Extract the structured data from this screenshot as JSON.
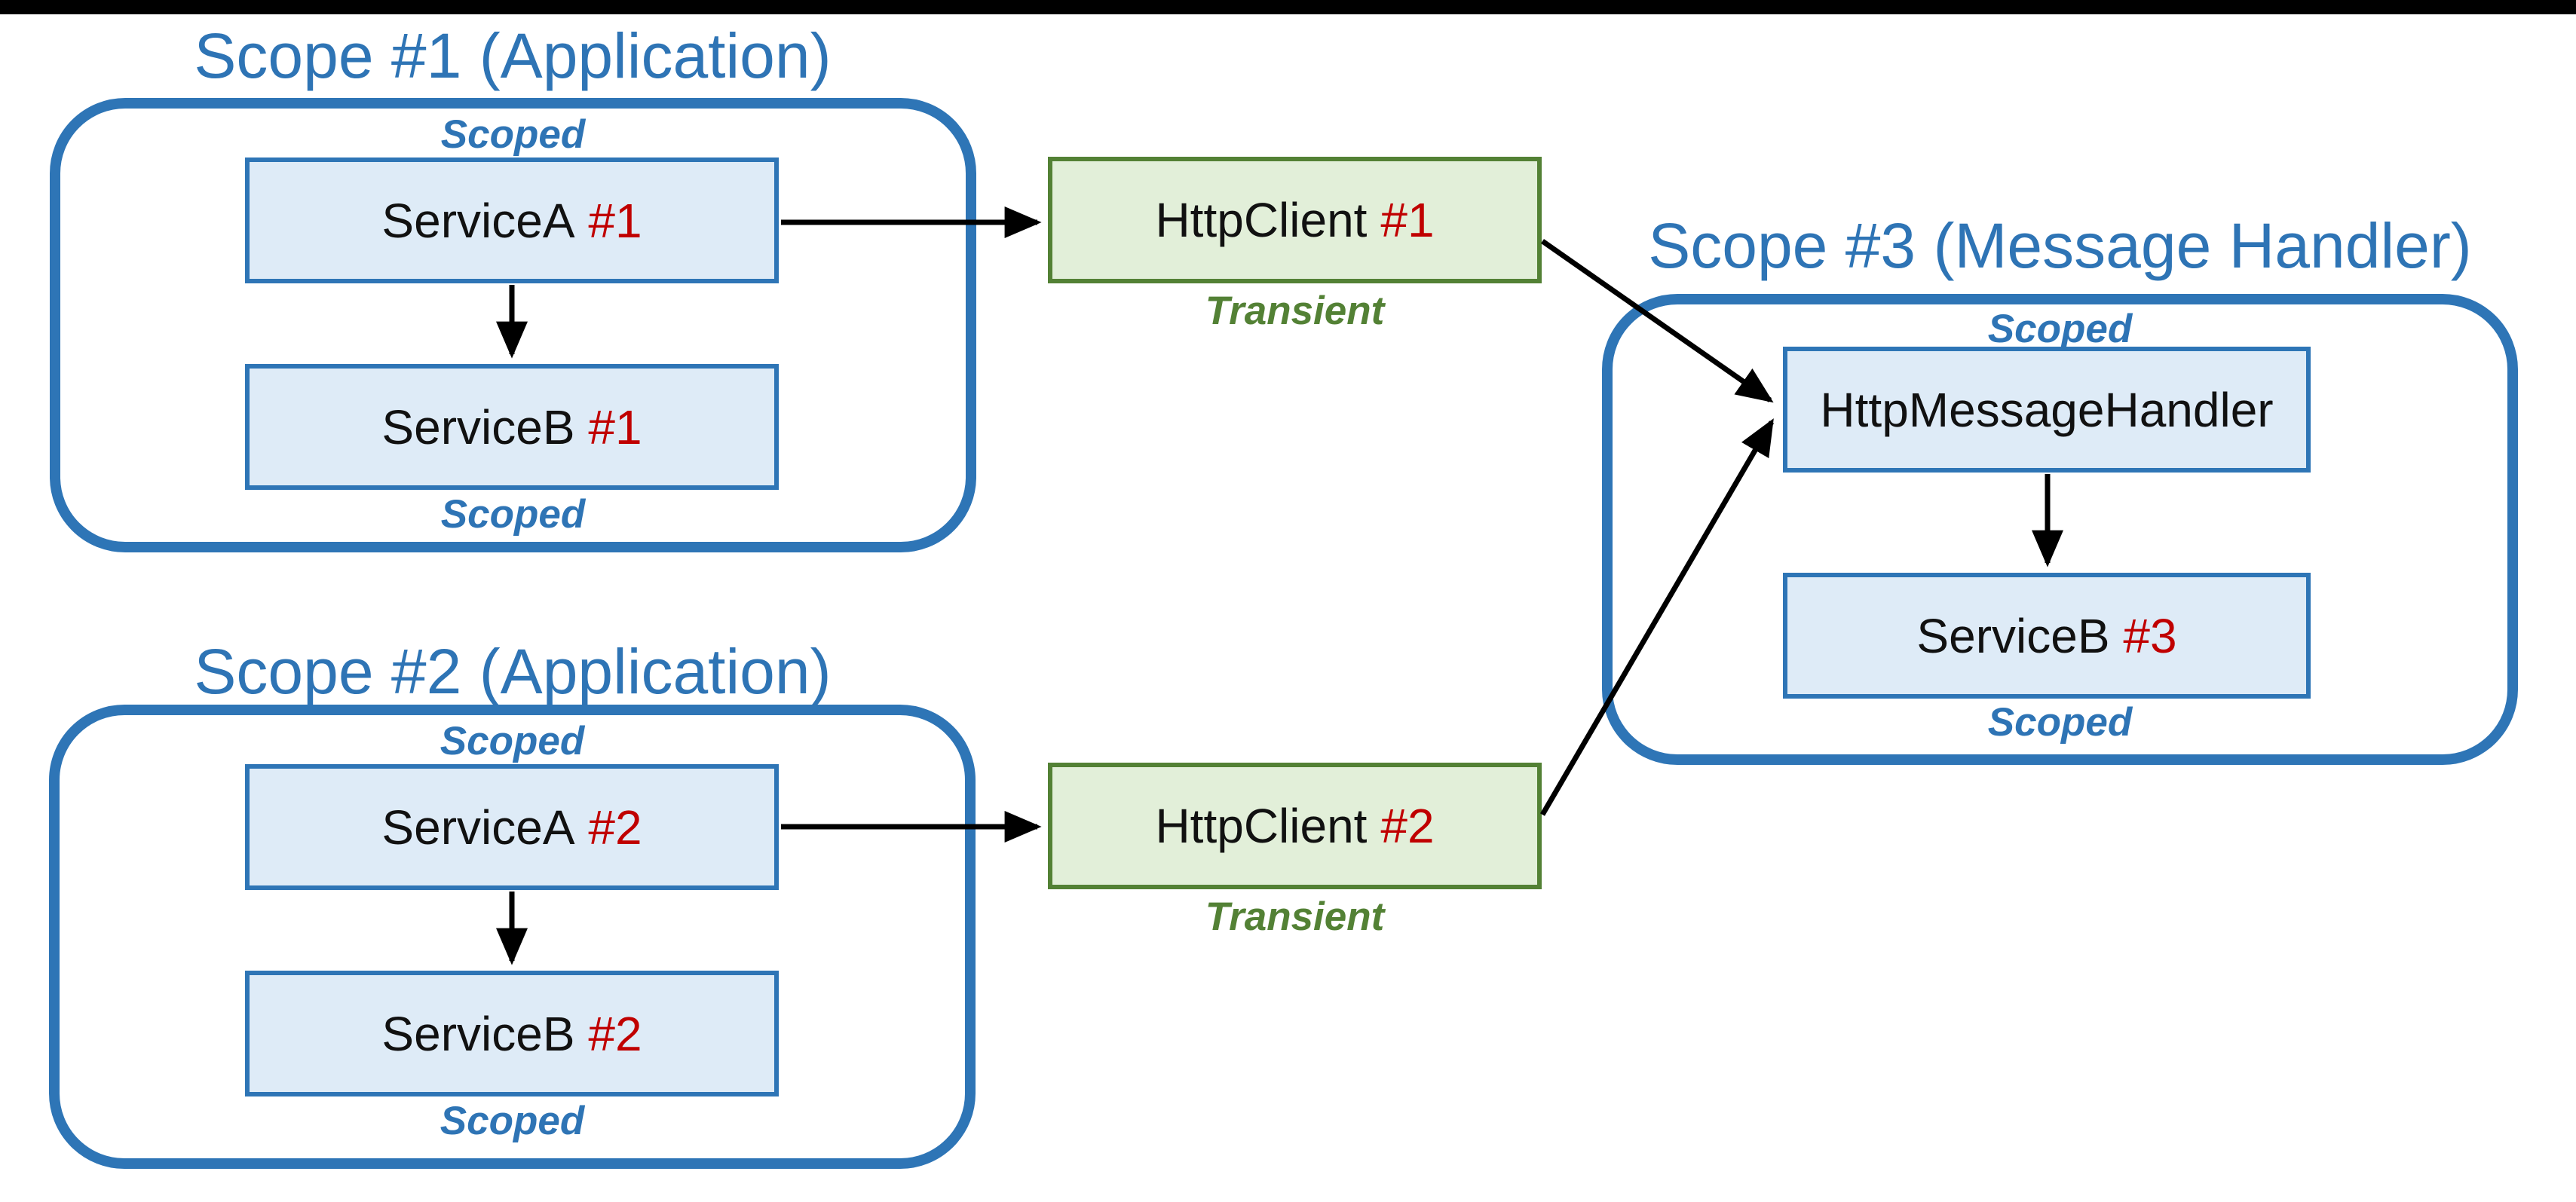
{
  "colors": {
    "top_bar": "#000000",
    "blue_accent": "#2E74B5",
    "blue_border": "#2E75B6",
    "light_blue_fill": "#DEEBF7",
    "green_border": "#538135",
    "light_green_fill": "#E2EFD9",
    "instance_red": "#C00000",
    "arrow_black": "#000000"
  },
  "scope1": {
    "title": "Scope #1 (Application)",
    "scoped_top": "Scoped",
    "scoped_bottom": "Scoped",
    "service_a": {
      "name": "ServiceA",
      "instance": "#1"
    },
    "service_b": {
      "name": "ServiceB",
      "instance": "#1"
    }
  },
  "scope2": {
    "title": "Scope #2 (Application)",
    "scoped_top": "Scoped",
    "scoped_bottom": "Scoped",
    "service_a": {
      "name": "ServiceA",
      "instance": "#2"
    },
    "service_b": {
      "name": "ServiceB",
      "instance": "#2"
    }
  },
  "scope3": {
    "title": "Scope #3 (Message Handler)",
    "scoped_top": "Scoped",
    "scoped_bottom": "Scoped",
    "handler": {
      "name": "HttpMessageHandler",
      "instance": ""
    },
    "service_b": {
      "name": "ServiceB",
      "instance": "#3"
    }
  },
  "http_client1": {
    "name": "HttpClient",
    "instance": "#1",
    "lifetime_label": "Transient"
  },
  "http_client2": {
    "name": "HttpClient",
    "instance": "#2",
    "lifetime_label": "Transient"
  },
  "arrows": [
    {
      "from": "ServiceA #1",
      "to": "ServiceB #1"
    },
    {
      "from": "ServiceA #1",
      "to": "HttpClient #1"
    },
    {
      "from": "ServiceA #2",
      "to": "ServiceB #2"
    },
    {
      "from": "ServiceA #2",
      "to": "HttpClient #2"
    },
    {
      "from": "HttpClient #1",
      "to": "HttpMessageHandler"
    },
    {
      "from": "HttpClient #2",
      "to": "HttpMessageHandler"
    },
    {
      "from": "HttpMessageHandler",
      "to": "ServiceB #3"
    }
  ]
}
